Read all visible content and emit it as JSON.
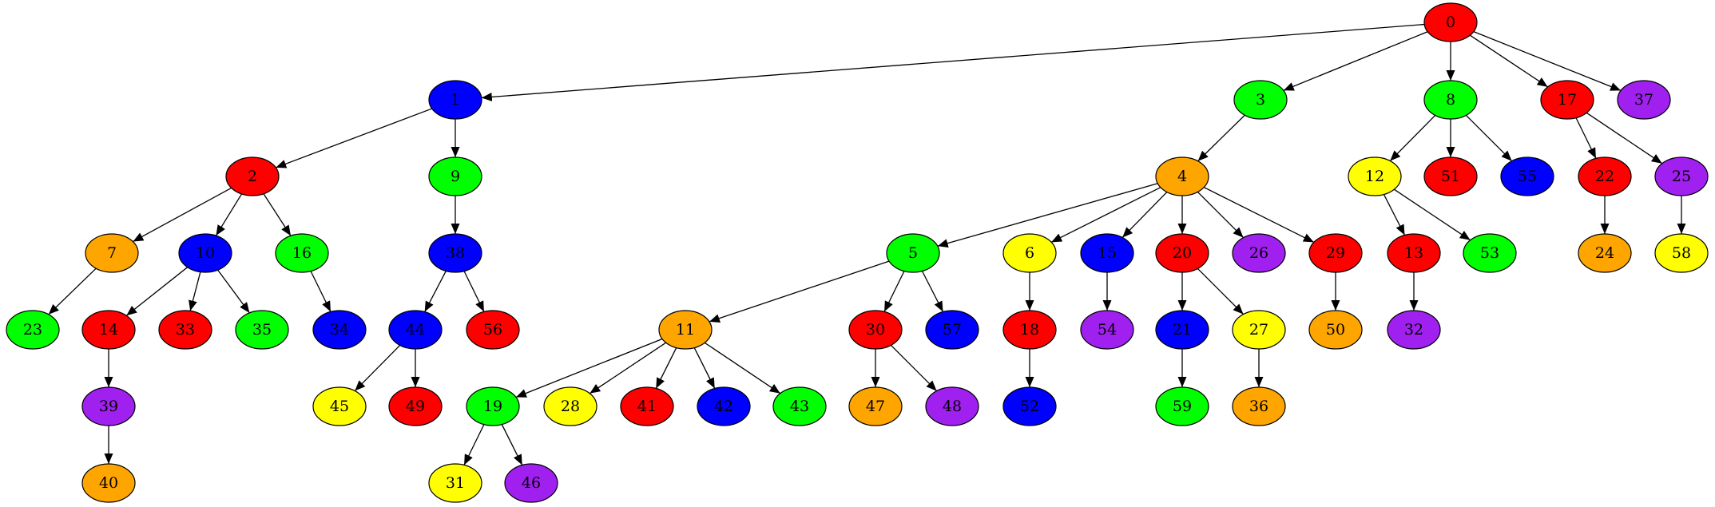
{
  "colors": {
    "red": "#ff0000",
    "blue": "#0000ff",
    "green": "#00ff00",
    "orange": "#ffa500",
    "yellow": "#ffff00",
    "purple": "#a020f0",
    "edge": "#000000",
    "outline": "#000000"
  },
  "nodes": [
    {
      "id": "0",
      "color": "red"
    },
    {
      "id": "1",
      "color": "blue"
    },
    {
      "id": "3",
      "color": "green"
    },
    {
      "id": "8",
      "color": "green"
    },
    {
      "id": "17",
      "color": "red"
    },
    {
      "id": "37",
      "color": "purple"
    },
    {
      "id": "2",
      "color": "red"
    },
    {
      "id": "9",
      "color": "green"
    },
    {
      "id": "4",
      "color": "orange"
    },
    {
      "id": "12",
      "color": "yellow"
    },
    {
      "id": "51",
      "color": "red"
    },
    {
      "id": "55",
      "color": "blue"
    },
    {
      "id": "22",
      "color": "red"
    },
    {
      "id": "25",
      "color": "purple"
    },
    {
      "id": "7",
      "color": "orange"
    },
    {
      "id": "10",
      "color": "blue"
    },
    {
      "id": "16",
      "color": "green"
    },
    {
      "id": "38",
      "color": "blue"
    },
    {
      "id": "5",
      "color": "green"
    },
    {
      "id": "6",
      "color": "yellow"
    },
    {
      "id": "15",
      "color": "blue"
    },
    {
      "id": "20",
      "color": "red"
    },
    {
      "id": "26",
      "color": "purple"
    },
    {
      "id": "29",
      "color": "red"
    },
    {
      "id": "13",
      "color": "red"
    },
    {
      "id": "53",
      "color": "green"
    },
    {
      "id": "24",
      "color": "orange"
    },
    {
      "id": "58",
      "color": "yellow"
    },
    {
      "id": "23",
      "color": "green"
    },
    {
      "id": "14",
      "color": "red"
    },
    {
      "id": "33",
      "color": "red"
    },
    {
      "id": "35",
      "color": "green"
    },
    {
      "id": "34",
      "color": "blue"
    },
    {
      "id": "44",
      "color": "blue"
    },
    {
      "id": "56",
      "color": "red"
    },
    {
      "id": "11",
      "color": "orange"
    },
    {
      "id": "30",
      "color": "red"
    },
    {
      "id": "57",
      "color": "blue"
    },
    {
      "id": "18",
      "color": "red"
    },
    {
      "id": "54",
      "color": "purple"
    },
    {
      "id": "21",
      "color": "blue"
    },
    {
      "id": "27",
      "color": "yellow"
    },
    {
      "id": "50",
      "color": "orange"
    },
    {
      "id": "32",
      "color": "purple"
    },
    {
      "id": "39",
      "color": "purple"
    },
    {
      "id": "45",
      "color": "yellow"
    },
    {
      "id": "49",
      "color": "red"
    },
    {
      "id": "19",
      "color": "green"
    },
    {
      "id": "28",
      "color": "yellow"
    },
    {
      "id": "41",
      "color": "red"
    },
    {
      "id": "42",
      "color": "blue"
    },
    {
      "id": "43",
      "color": "green"
    },
    {
      "id": "47",
      "color": "orange"
    },
    {
      "id": "48",
      "color": "purple"
    },
    {
      "id": "52",
      "color": "blue"
    },
    {
      "id": "59",
      "color": "green"
    },
    {
      "id": "36",
      "color": "orange"
    },
    {
      "id": "40",
      "color": "orange"
    },
    {
      "id": "31",
      "color": "yellow"
    },
    {
      "id": "46",
      "color": "purple"
    }
  ],
  "edges": [
    [
      "0",
      "1"
    ],
    [
      "0",
      "3"
    ],
    [
      "0",
      "8"
    ],
    [
      "0",
      "17"
    ],
    [
      "0",
      "37"
    ],
    [
      "1",
      "2"
    ],
    [
      "1",
      "9"
    ],
    [
      "3",
      "4"
    ],
    [
      "8",
      "12"
    ],
    [
      "8",
      "51"
    ],
    [
      "8",
      "55"
    ],
    [
      "17",
      "22"
    ],
    [
      "17",
      "25"
    ],
    [
      "2",
      "7"
    ],
    [
      "2",
      "10"
    ],
    [
      "2",
      "16"
    ],
    [
      "9",
      "38"
    ],
    [
      "4",
      "5"
    ],
    [
      "4",
      "6"
    ],
    [
      "4",
      "15"
    ],
    [
      "4",
      "20"
    ],
    [
      "4",
      "26"
    ],
    [
      "4",
      "29"
    ],
    [
      "12",
      "13"
    ],
    [
      "12",
      "53"
    ],
    [
      "22",
      "24"
    ],
    [
      "25",
      "58"
    ],
    [
      "7",
      "23"
    ],
    [
      "10",
      "14"
    ],
    [
      "10",
      "33"
    ],
    [
      "10",
      "35"
    ],
    [
      "16",
      "34"
    ],
    [
      "38",
      "44"
    ],
    [
      "38",
      "56"
    ],
    [
      "5",
      "11"
    ],
    [
      "5",
      "30"
    ],
    [
      "5",
      "57"
    ],
    [
      "6",
      "18"
    ],
    [
      "15",
      "54"
    ],
    [
      "20",
      "21"
    ],
    [
      "20",
      "27"
    ],
    [
      "29",
      "50"
    ],
    [
      "13",
      "32"
    ],
    [
      "14",
      "39"
    ],
    [
      "44",
      "45"
    ],
    [
      "44",
      "49"
    ],
    [
      "11",
      "19"
    ],
    [
      "11",
      "28"
    ],
    [
      "11",
      "41"
    ],
    [
      "11",
      "42"
    ],
    [
      "11",
      "43"
    ],
    [
      "30",
      "47"
    ],
    [
      "30",
      "48"
    ],
    [
      "18",
      "52"
    ],
    [
      "21",
      "59"
    ],
    [
      "27",
      "36"
    ],
    [
      "39",
      "40"
    ],
    [
      "19",
      "31"
    ],
    [
      "19",
      "46"
    ]
  ]
}
